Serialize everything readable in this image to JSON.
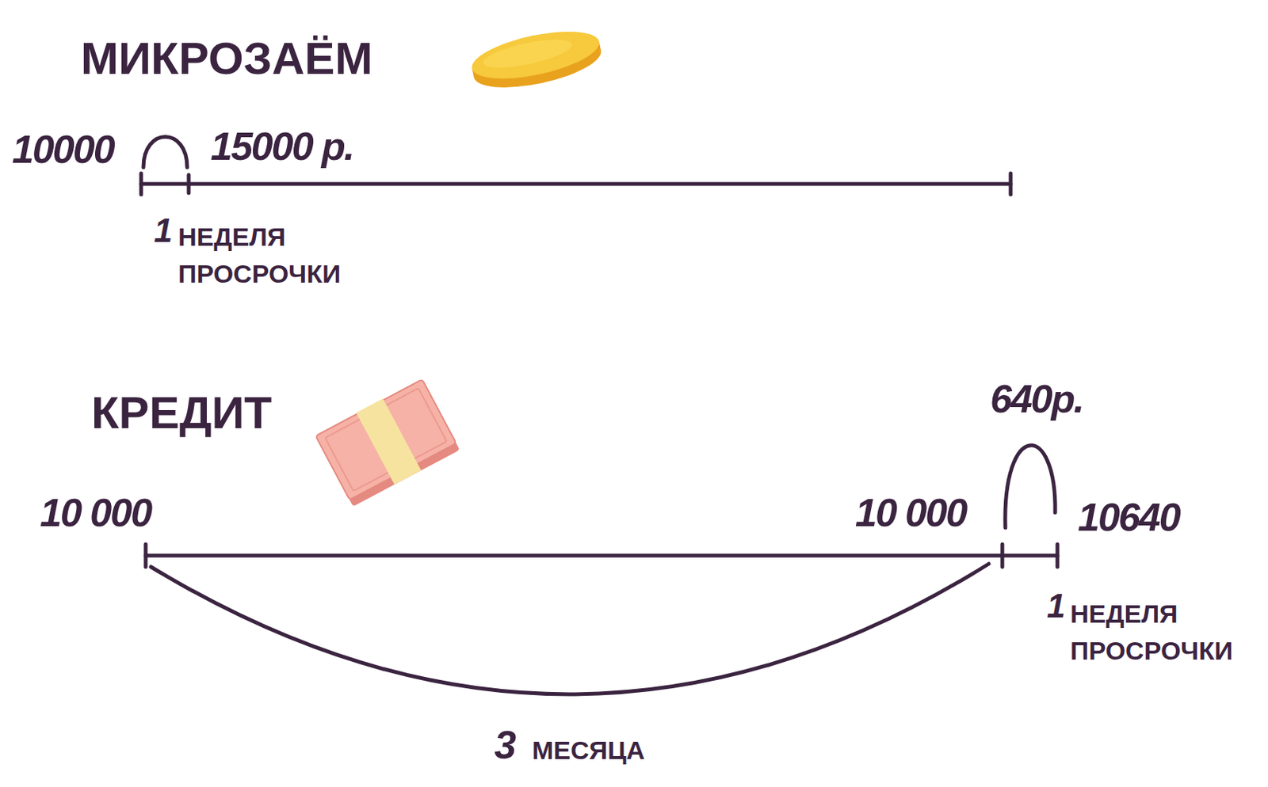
{
  "diagram": {
    "labels": [
      "МИКРОЗАЁМ",
      "10000",
      "15000 р.",
      "1",
      "НЕДЕЛЯ ПРОСРОЧКИ",
      "КРЕДИТ",
      "10 000",
      "10 000",
      "640р.",
      "10640",
      "1",
      "НЕДЕЛЯ ПРОСРОЧКИ",
      "3",
      "МЕСЯЦА"
    ]
  }
}
